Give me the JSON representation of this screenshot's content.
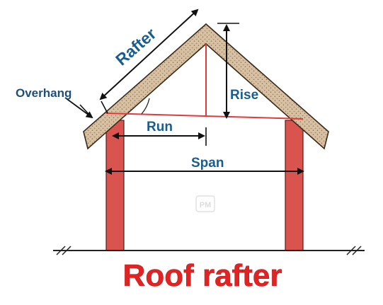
{
  "labels": {
    "rafter": "Rafter",
    "overhang": "Overhang",
    "rise": "Rise",
    "run": "Run",
    "span": "Span"
  },
  "title": "Roof rafter",
  "watermark": "PM",
  "colors": {
    "rafter_fill": "#d9c4a8",
    "wall_fill": "#d9534f",
    "red_line": "#e03a3a",
    "label_blue": "#1b5d8c",
    "title_red": "#e02424",
    "arrow_black": "#111111"
  }
}
